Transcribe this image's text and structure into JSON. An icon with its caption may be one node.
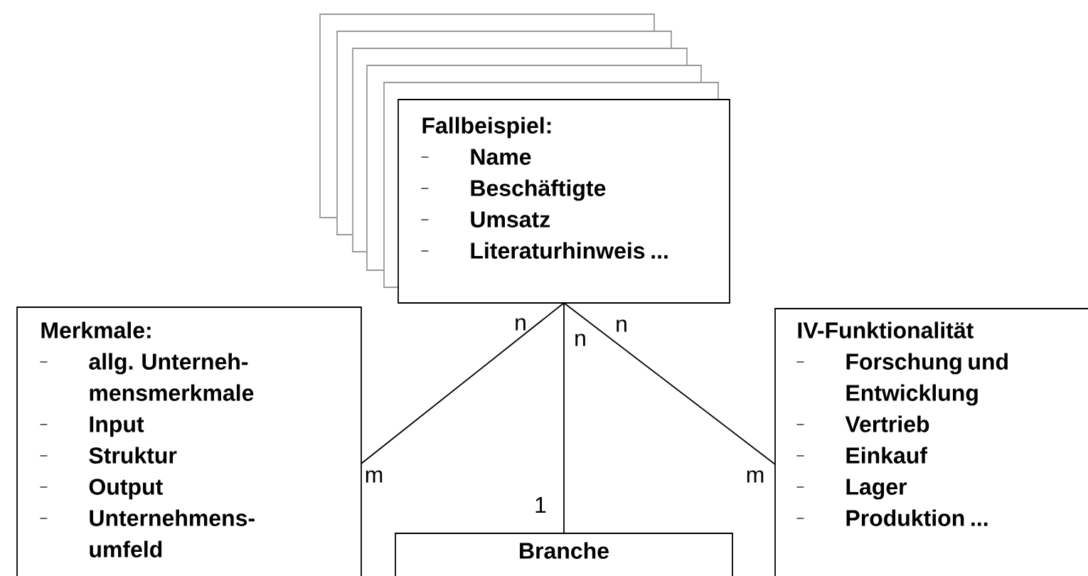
{
  "diagram": {
    "nodes": [
      {
        "text": [
          "Fallbeispiel:",
          "Name",
          "Beschäftigte",
          "Umsatz",
          "Literaturhinweis ..."
        ]
      },
      {
        "text": [
          "Merkmale:",
          "allg. Unterneh-mensmerkmale",
          "Input",
          "Struktur",
          "Output",
          "Unternehmens-umfeld"
        ]
      },
      {
        "text": [
          "IV-Funktionalität",
          "Forschung und Entwicklung",
          "Vertrieb",
          "Einkauf",
          "Lager",
          "Produktion ..."
        ]
      },
      {
        "text": [
          "Branche"
        ]
      },
      {
        "text": [],
        "shape": "box"
      },
      {
        "text": [],
        "shape": "box"
      },
      {
        "text": [],
        "shape": "box"
      },
      {
        "text": [],
        "shape": "box"
      },
      {
        "text": [],
        "shape": "box"
      }
    ],
    "edges": [
      {
        "from": 0,
        "to": 1,
        "arrow": "none"
      },
      {
        "from": 0,
        "to": 3,
        "arrow": "none"
      },
      {
        "from": 0,
        "to": 2,
        "arrow": "none"
      }
    ],
    "labels": [
      "n",
      "n",
      "n",
      "m",
      "1",
      "m"
    ]
  }
}
